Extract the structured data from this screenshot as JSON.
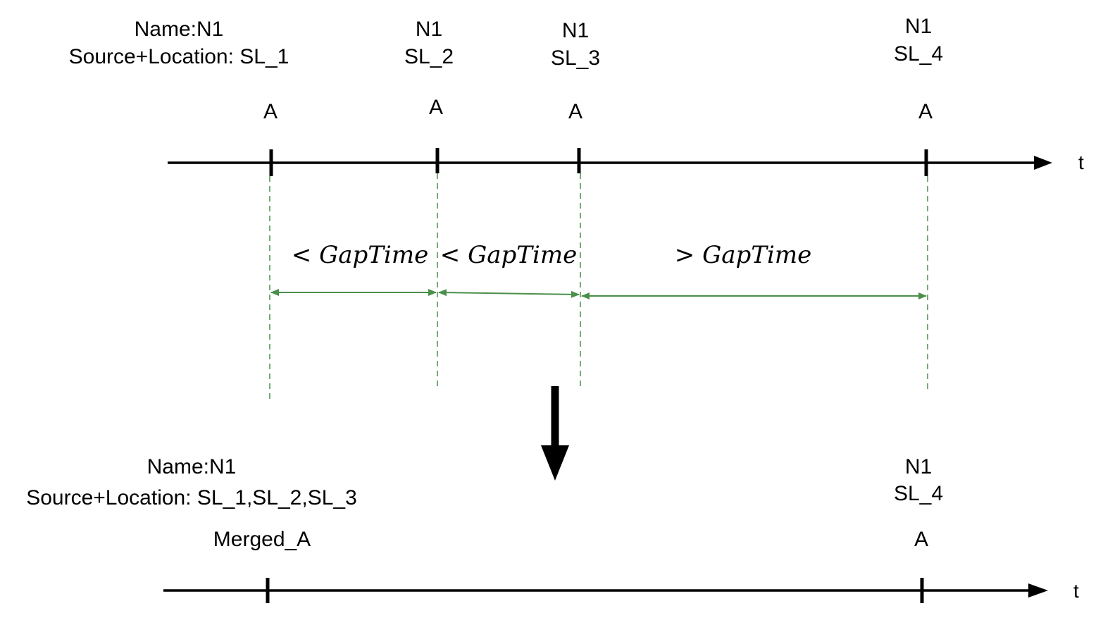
{
  "colors": {
    "axis": "#000000",
    "gap_line": "#4a8f4a",
    "text": "#000000"
  },
  "top_timeline": {
    "axis_label": "t",
    "events": [
      {
        "name_line": "Name:N1",
        "source_line": "Source+Location: SL_1",
        "event_label": "A"
      },
      {
        "name_line": "N1",
        "source_line": "SL_2",
        "event_label": "A"
      },
      {
        "name_line": "N1",
        "source_line": "SL_3",
        "event_label": "A"
      },
      {
        "name_line": "N1",
        "source_line": "SL_4",
        "event_label": "A"
      }
    ],
    "gaps": [
      {
        "label": "< GapTime"
      },
      {
        "label": "< GapTime"
      },
      {
        "label": "> GapTime"
      }
    ]
  },
  "transition_arrow": {
    "icon": "down-arrow-icon"
  },
  "bottom_timeline": {
    "axis_label": "t",
    "events": [
      {
        "name_line": "Name:N1",
        "source_line": "Source+Location: SL_1,SL_2,SL_3",
        "event_label": "Merged_A"
      },
      {
        "name_line": "N1",
        "source_line": "SL_4",
        "event_label": "A"
      }
    ]
  }
}
